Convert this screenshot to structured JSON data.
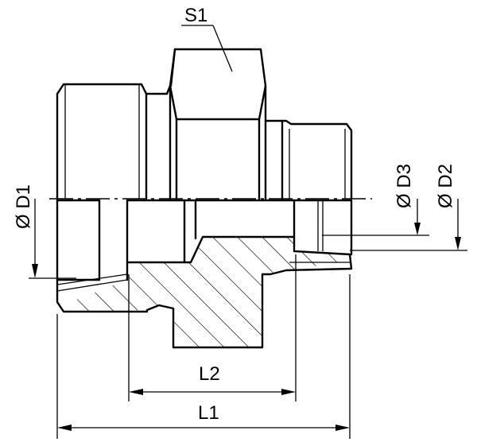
{
  "drawing": {
    "labels": {
      "s1": "S1",
      "d1": "Ø D1",
      "d2": "Ø D2",
      "d3": "Ø D3",
      "l1": "L1",
      "l2": "L2"
    },
    "colors": {
      "line": "#000000",
      "background": "#ffffff"
    }
  }
}
